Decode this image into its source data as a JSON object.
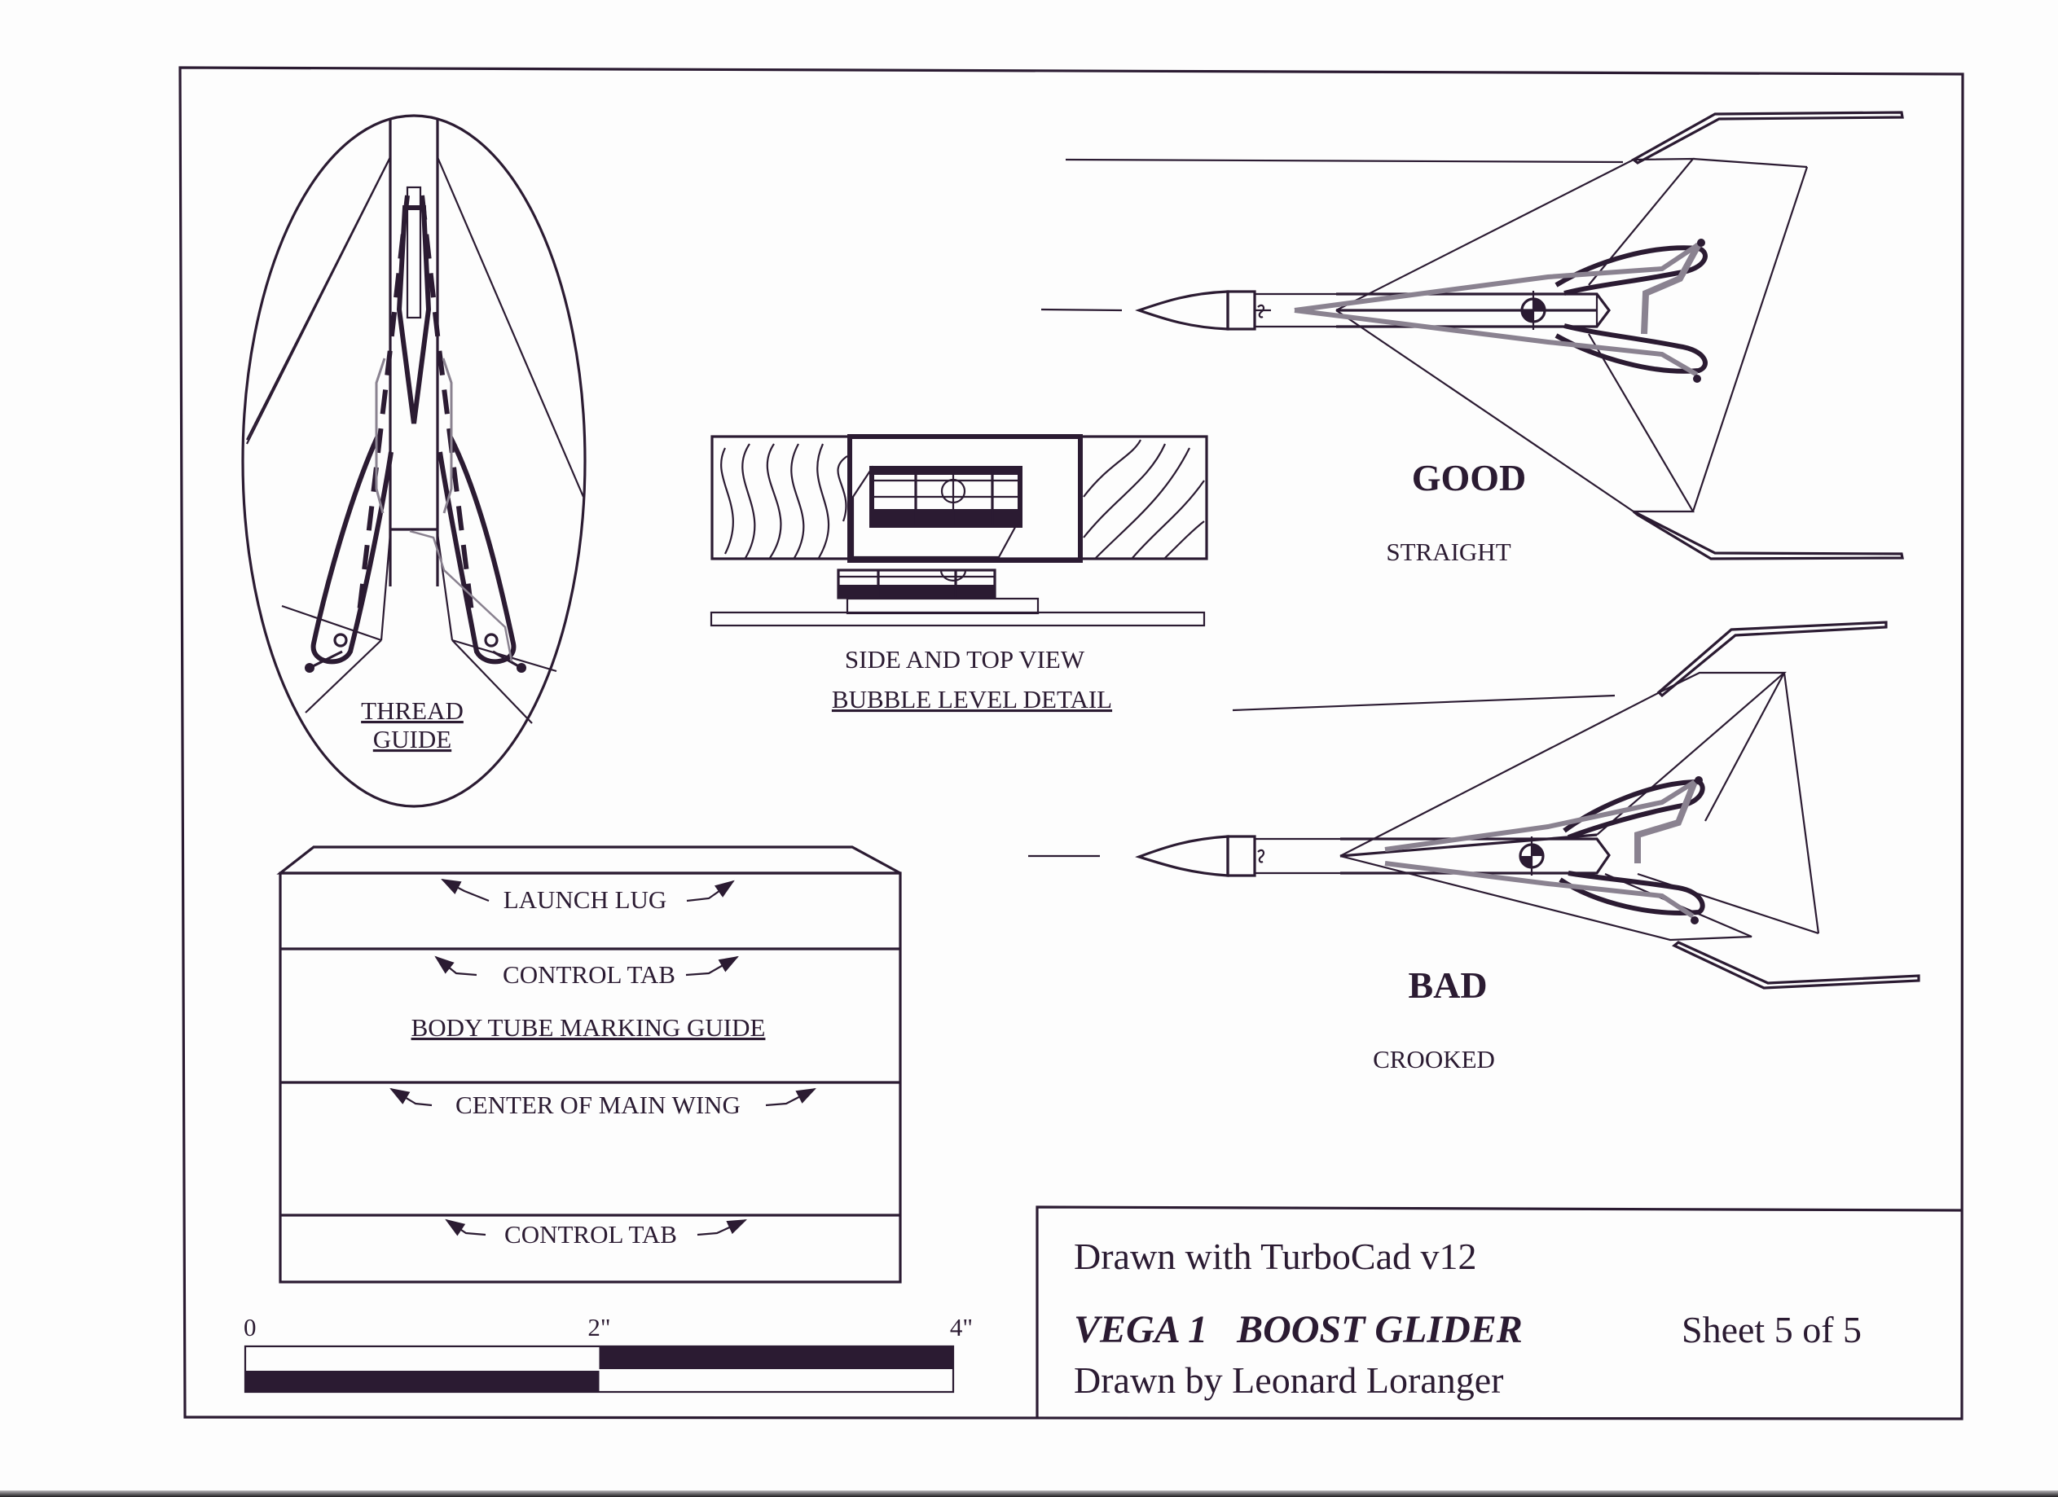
{
  "thread_guide": {
    "label_line1": "THREAD",
    "label_line2": "GUIDE"
  },
  "bubble_level": {
    "caption_line1": "SIDE AND TOP VIEW",
    "caption_line2": "BUBBLE LEVEL DETAIL"
  },
  "gliders": [
    {
      "status": "GOOD",
      "description": "STRAIGHT"
    },
    {
      "status": "BAD",
      "description": "CROOKED"
    }
  ],
  "marking_guide": {
    "title": "BODY TUBE MARKING GUIDE",
    "marks": [
      "LAUNCH LUG",
      "CONTROL TAB",
      "CENTER OF MAIN WING",
      "CONTROL TAB"
    ]
  },
  "scale_bar": {
    "ticks": [
      "0",
      "2\"",
      "4\""
    ],
    "units": "inches",
    "range": [
      0,
      4
    ]
  },
  "title_block": {
    "software": "Drawn with TurboCad v12",
    "project": "VEGA 1   BOOST GLIDER",
    "sheet": "Sheet 5 of 5",
    "author": "Drawn by Leonard Loranger"
  },
  "colors": {
    "ink": "#2b1b32",
    "pencil_gray": "#8a8290",
    "paper": "#fdfdfd"
  }
}
